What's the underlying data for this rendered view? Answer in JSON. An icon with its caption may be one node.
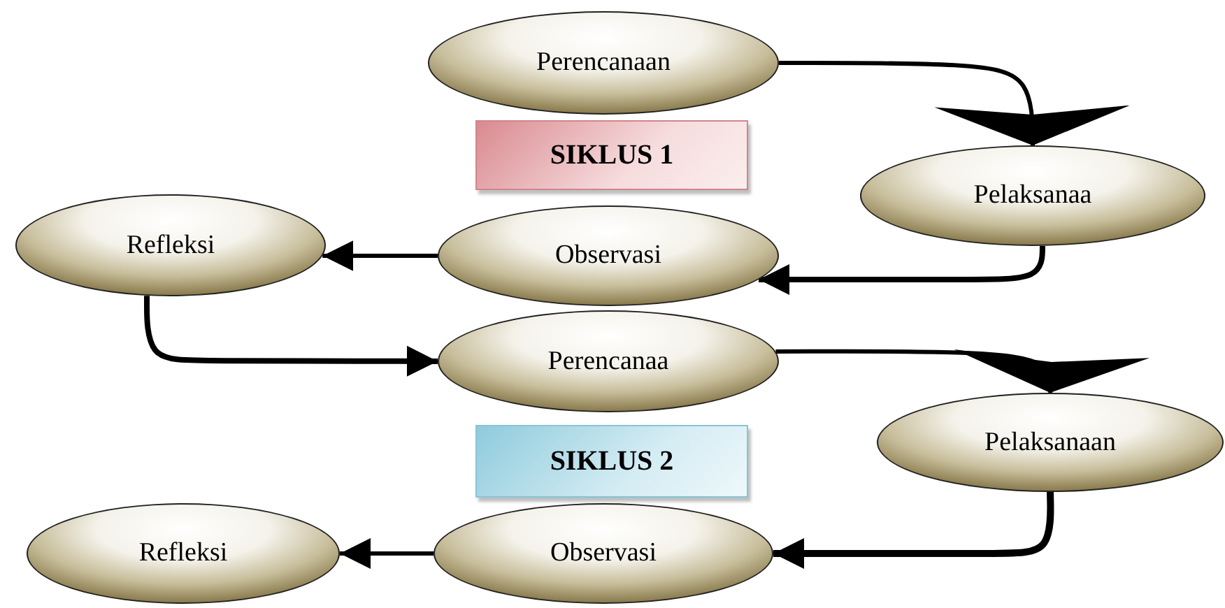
{
  "diagram": {
    "nodes": [
      {
        "text": [
          "Perencanaan"
        ]
      },
      {
        "text": [
          "SIKLUS 1"
        ]
      },
      {
        "text": [
          "Pelaksanaa"
        ]
      },
      {
        "text": [
          "Refleksi"
        ]
      },
      {
        "text": [
          "Observasi"
        ]
      },
      {
        "text": [
          "Perencanaa"
        ]
      },
      {
        "text": [
          "Pelaksanaan"
        ]
      },
      {
        "text": [
          "SIKLUS 2"
        ]
      },
      {
        "text": [
          "Refleksi"
        ]
      },
      {
        "text": [
          "Observasi"
        ]
      }
    ],
    "edges": [
      {
        "from": 0,
        "to": 2,
        "arrow": "to"
      },
      {
        "from": 2,
        "to": 4,
        "arrow": "to"
      },
      {
        "from": 4,
        "to": 3,
        "arrow": "to"
      },
      {
        "from": 3,
        "to": 5,
        "arrow": "to"
      },
      {
        "from": 5,
        "to": 6,
        "arrow": "to"
      },
      {
        "from": 6,
        "to": 9,
        "arrow": "to"
      },
      {
        "from": 9,
        "to": 8,
        "arrow": "to"
      }
    ]
  }
}
